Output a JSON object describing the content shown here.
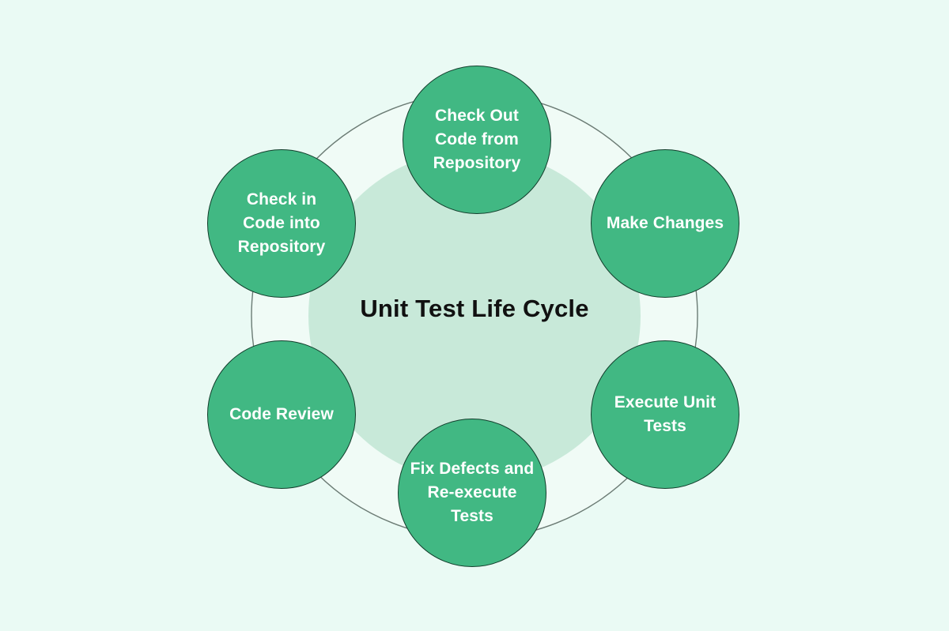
{
  "diagram": {
    "title": "Unit Test Life Cycle",
    "background_color": "#eafaf4",
    "ring_fill_color": "#f0fbf6",
    "ring_stroke_color": "#6b7b74",
    "inner_disc_color": "#c8e9d9",
    "node_fill_color": "#41b883",
    "node_border_color": "#123d2b",
    "node_text_color": "#ffffff",
    "title_color": "#111111",
    "nodes": [
      {
        "id": "check-out-code-from-repository",
        "label": "Check Out\nCode from\nRepository"
      },
      {
        "id": "make-changes",
        "label": "Make Changes"
      },
      {
        "id": "execute-unit-tests",
        "label": "Execute Unit\nTests"
      },
      {
        "id": "fix-defects-and-re-execute-tests",
        "label": "Fix Defects and\nRe-execute\nTests"
      },
      {
        "id": "code-review",
        "label": "Code Review"
      },
      {
        "id": "check-in-code-into-repository",
        "label": "Check in\nCode into\nRepository"
      }
    ]
  }
}
